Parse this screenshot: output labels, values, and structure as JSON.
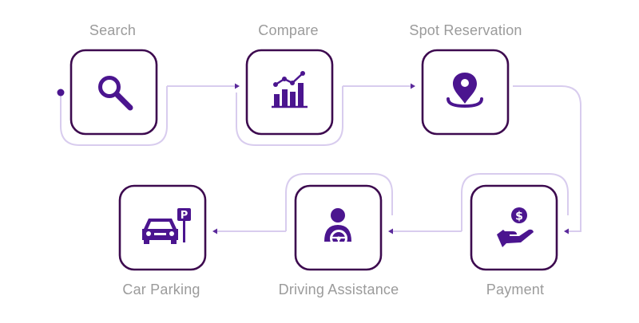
{
  "steps": [
    {
      "label": "Search",
      "icon": "search-icon"
    },
    {
      "label": "Compare",
      "icon": "bar-chart-icon"
    },
    {
      "label": "Spot Reservation",
      "icon": "map-pin-icon"
    },
    {
      "label": "Payment",
      "icon": "hand-coin-icon"
    },
    {
      "label": "Driving Assistance",
      "icon": "driver-steering-wheel-icon"
    },
    {
      "label": "Car Parking",
      "icon": "car-parking-icon"
    }
  ],
  "colors": {
    "accent": "#4b158f",
    "box_border": "#3d0a4f",
    "connector": "#d8ccee",
    "label": "#9b9b9b"
  }
}
